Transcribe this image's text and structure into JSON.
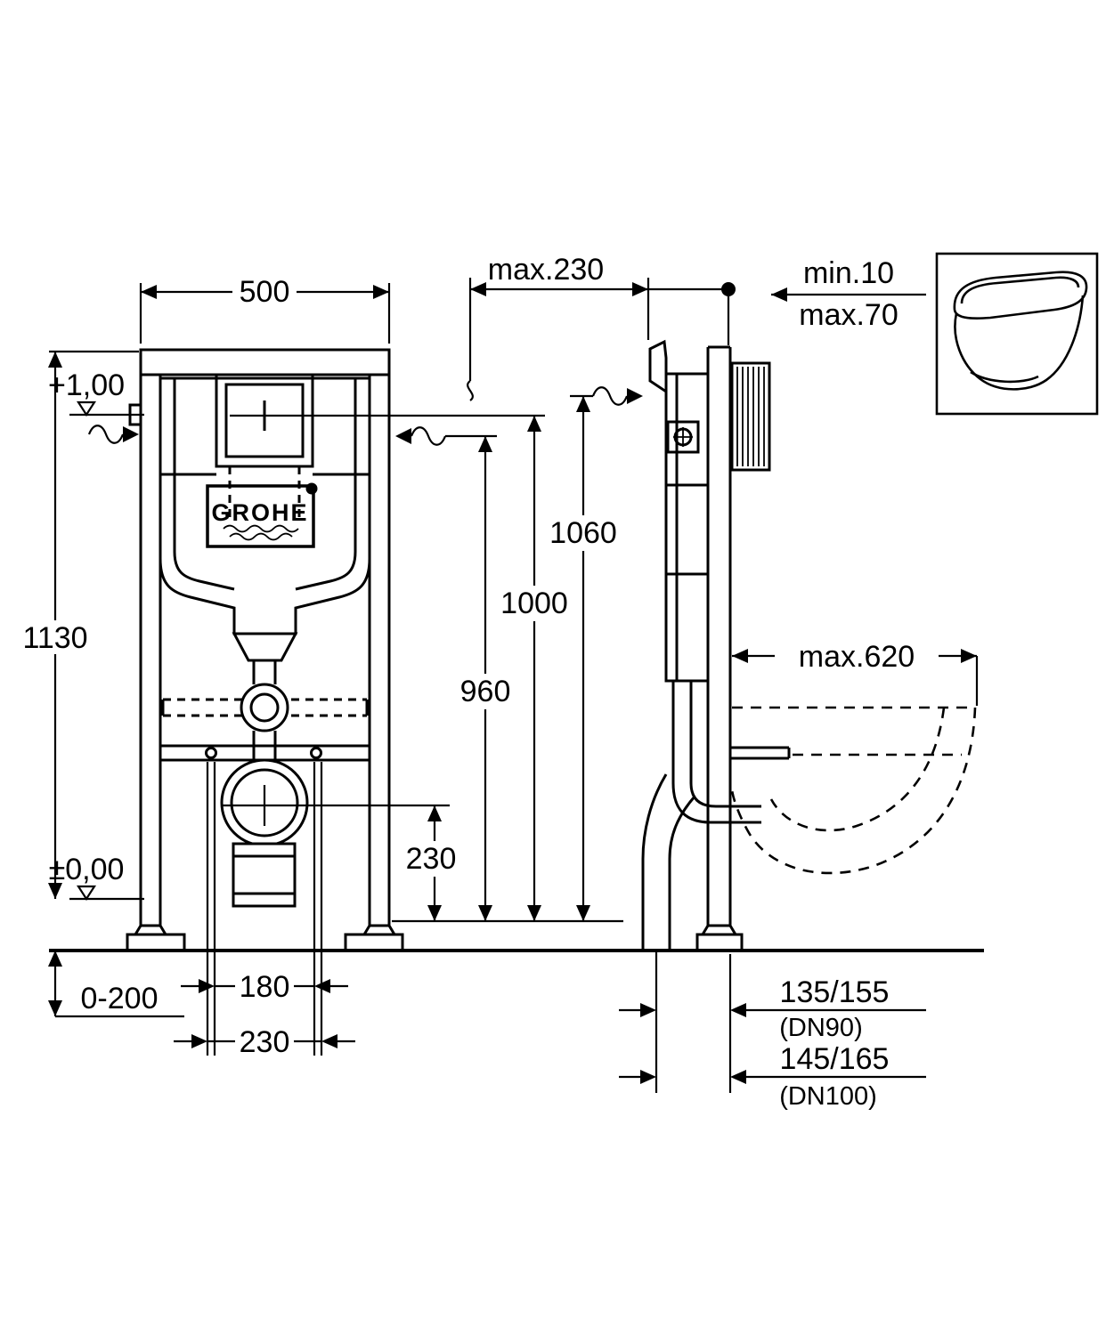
{
  "front_view": {
    "frame_width": "500",
    "frame_height": "1130",
    "level_top": "+1,00",
    "level_zero": "±0,00",
    "feet_adjustment": "0-200",
    "fixing_spacing": "180",
    "connection_spacing": "230"
  },
  "side_view": {
    "frame_depth_max": "max.230",
    "wall_finish_min": "min.10",
    "wall_finish_max": "max.70",
    "height_1060": "1060",
    "height_1000": "1000",
    "height_960": "960",
    "outlet_height": "230",
    "bowl_projection_max": "max.620",
    "outlet_offset_dn90": "135/155",
    "outlet_dn90_label": "(DN90)",
    "outlet_offset_dn100": "145/165",
    "outlet_dn100_label": "(DN100)"
  },
  "brand": {
    "logo": "GROHE"
  },
  "colors": {
    "line": "#000000",
    "background": "#ffffff"
  }
}
